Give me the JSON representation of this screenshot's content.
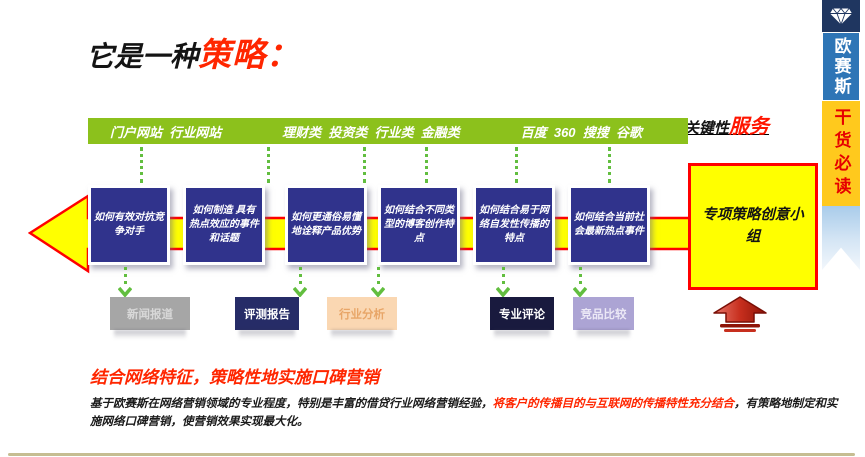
{
  "slide": {
    "title": {
      "prefix": "它是一种",
      "highlight": "策略："
    },
    "corner_ribbon": {
      "brand": "欧赛斯",
      "tagline": "干货必读"
    },
    "key_service": {
      "prefix": "关键性",
      "highlight": "服务"
    },
    "channel_bar": {
      "groups": [
        "门户网站  行业网站",
        "理财类  投资类  行业类  金融类",
        "百度  360  搜搜  谷歌"
      ]
    },
    "strategy_questions": [
      "如何有效对抗竞争对手",
      "如何制造 具有热点效应的事件和话题",
      "如何更通俗易懂地诠释产品优势",
      "如何结合不同类型的博客创作特点",
      "如何结合易于网络自发性传播的特点",
      "如何结合当前社会最新热点事件"
    ],
    "team_box_label": "专项策略创意小组",
    "output_types": [
      {
        "label": "新闻报道"
      },
      {
        "label": "评测报告"
      },
      {
        "label": "行业分析"
      },
      {
        "label": "专业评论"
      },
      {
        "label": "竞品比较"
      }
    ],
    "summary": {
      "heading": "结合网络特征，策略性地实施口碑营销",
      "body_prefix": "基于欧赛斯在网络营销领域的专业程度，特别是丰富的借贷行业网络营销经验，",
      "body_highlight": "将客户的传播目的与互联网的传播特性充分结合",
      "body_suffix": "，有策略地制定和实施网络口碑营销，使营销效果实现最大化。"
    },
    "colors": {
      "accent_red": "#FF2600",
      "channel_bar_green": "#8CC11C",
      "strategy_box_blue": "#30338C",
      "arrow_yellow": "#FFFF00",
      "arrow_border_red": "#FF0000",
      "connector_green": "#62BE3F",
      "ribbon_header_navy": "#1F3660",
      "ribbon_blue": "#2E75B6",
      "ribbon_yellow": "#FFC91D",
      "output_gray": "#A6A6A6",
      "output_navy": "#262C67",
      "output_peach": "#FAD7B2",
      "output_dark_navy": "#191A3E",
      "output_lavender": "#ACA4D4",
      "bottom_line_tan": "#C6BD92"
    }
  }
}
